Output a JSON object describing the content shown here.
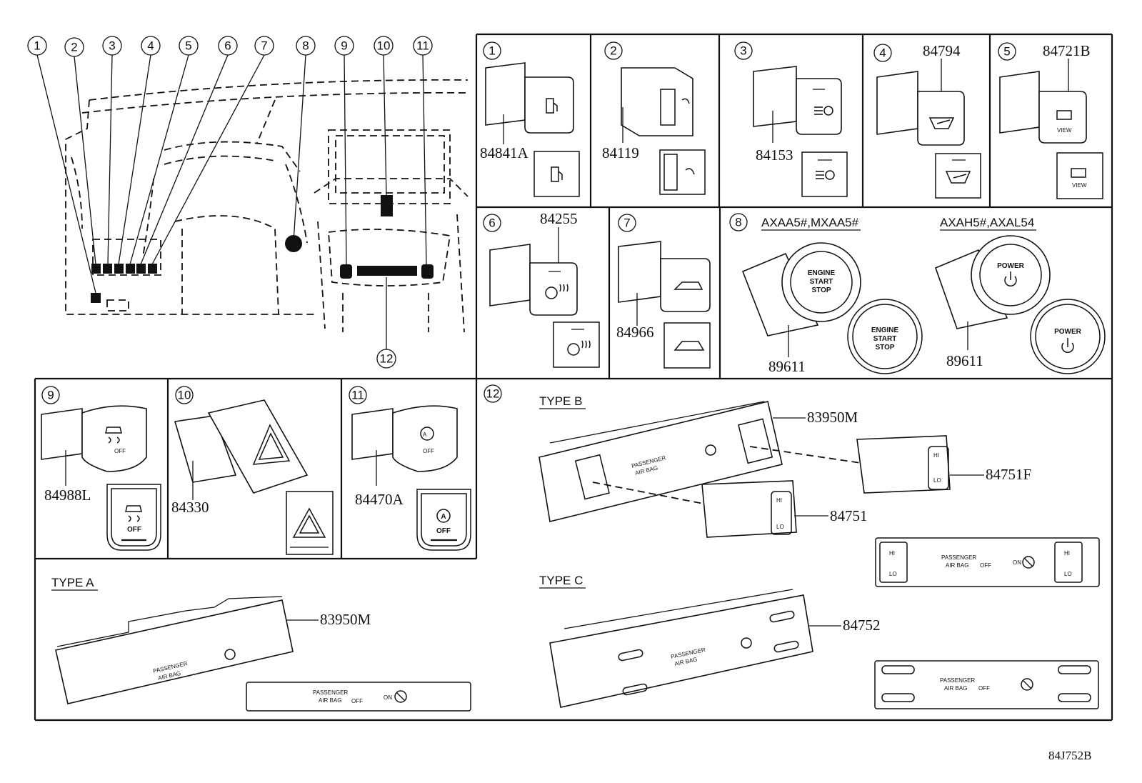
{
  "overview": {
    "callouts": [
      "1",
      "2",
      "3",
      "4",
      "5",
      "6",
      "7",
      "8",
      "9",
      "10",
      "11",
      "12"
    ]
  },
  "panels": {
    "p1": {
      "num": "1",
      "part": "84841A"
    },
    "p2": {
      "num": "2",
      "part": "84119"
    },
    "p3": {
      "num": "3",
      "part": "84153"
    },
    "p4": {
      "num": "4",
      "part": "84794"
    },
    "p5": {
      "num": "5",
      "part": "84721B",
      "icon_text": "VIEW"
    },
    "p6": {
      "num": "6",
      "part": "84255"
    },
    "p7": {
      "num": "7",
      "part": "84966"
    },
    "p8": {
      "num": "8",
      "variant_a": "AXAA5#,MXAA5#",
      "variant_b": "AXAH5#,AXAL54",
      "part_a": "89611",
      "part_b": "89611",
      "engine_line1": "ENGINE",
      "engine_line2": "START",
      "engine_line3": "STOP",
      "power": "POWER"
    },
    "p9": {
      "num": "9",
      "part": "84988L",
      "off": "OFF"
    },
    "p10": {
      "num": "10",
      "part": "84330"
    },
    "p11": {
      "num": "11",
      "part": "84470A",
      "off": "OFF"
    },
    "p12": {
      "num": "12",
      "type_b": "TYPE B",
      "type_c": "TYPE C",
      "part_m": "83950M",
      "part_f": "84751F",
      "part_s": "84751",
      "part_c": "84752",
      "hi": "HI",
      "lo": "LO"
    },
    "typeA": {
      "label": "TYPE A",
      "part": "83950M"
    }
  },
  "airbag": {
    "line1": "PASSENGER",
    "line2": "AIR BAG",
    "off": "OFF",
    "on": "ON"
  },
  "diagram_code": "84J752B"
}
